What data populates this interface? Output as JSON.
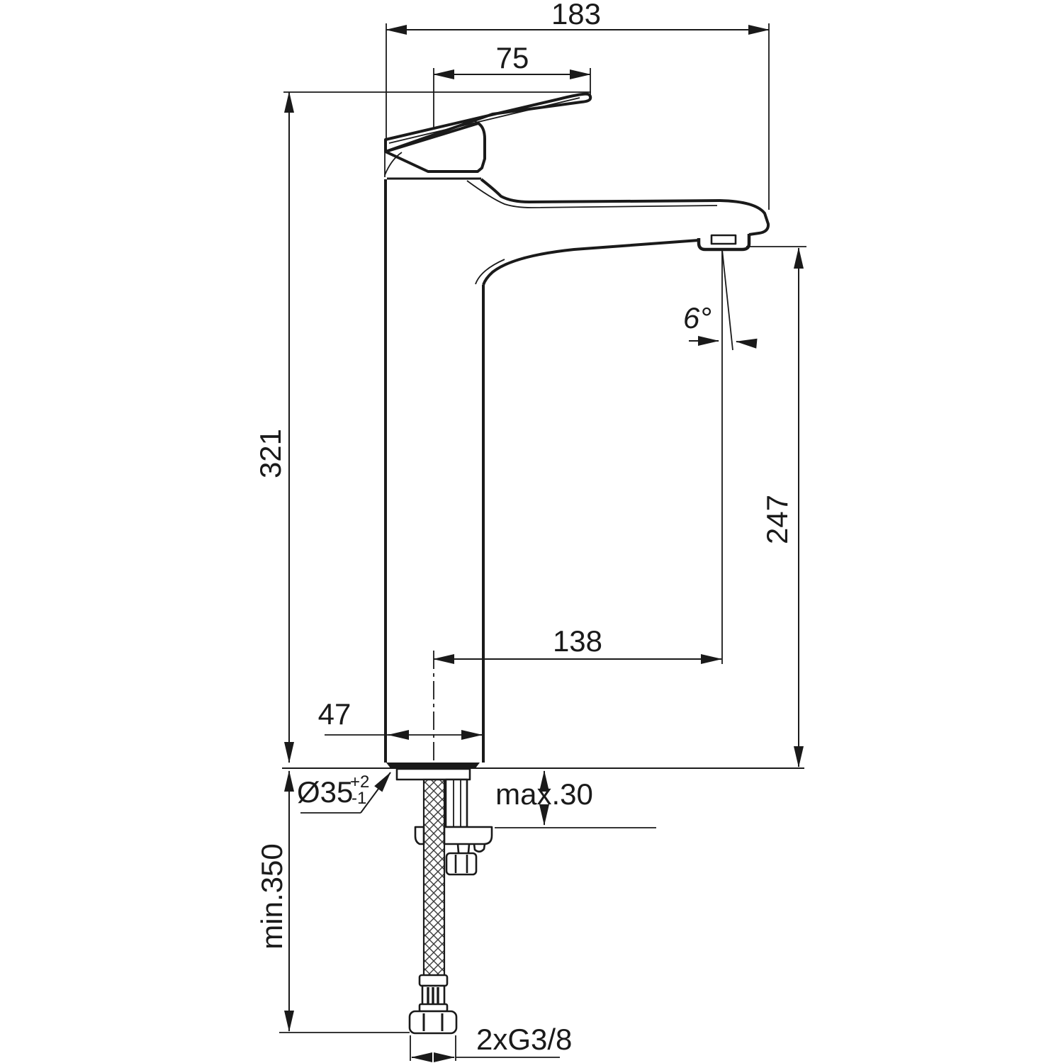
{
  "meta": {
    "drawing_type": "technical dimension drawing",
    "subject": "single-lever high-spout basin mixer tap, side view with installation dimensions",
    "units": "mm",
    "line_color": "#1a1a1a",
    "background_color": "#ffffff"
  },
  "labels": {
    "overall_width": "183",
    "lever_length": "75",
    "total_height": "321",
    "spout_height": "247",
    "spout_angle": "6°",
    "spout_reach": "138",
    "body_width": "47",
    "hole_diameter": "Ø35",
    "hole_tol_upper": "+2",
    "hole_tol_lower": "-1",
    "max_deck_thickness": "max.30",
    "min_hose_clearance": "min.350",
    "connection_thread": "2xG3/8"
  }
}
